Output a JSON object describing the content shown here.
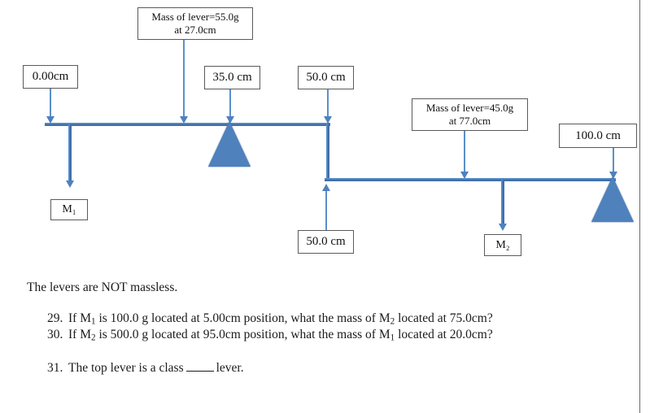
{
  "document": {
    "note": "The levers are NOT massless."
  },
  "diagram": {
    "top_lever": {
      "labels": {
        "left_position": "0.00cm",
        "lever_mass": "Mass of lever=55.0g",
        "lever_mass_position": "at 27.0cm",
        "fulcrum_position": "35.0 cm",
        "right_position": "50.0 cm"
      },
      "hanging_mass": "M₁"
    },
    "bottom_lever": {
      "labels": {
        "left_position": "50.0 cm",
        "lever_mass": "Mass of lever=45.0g",
        "lever_mass_position": "at 77.0cm",
        "fulcrum_position": "100.0 cm"
      },
      "hanging_mass": "M₂"
    },
    "colors": {
      "lever_blue": "#4f81bd",
      "lever_blue_light": "#5b8fc9",
      "lever_blue_dark": "#3f6fab",
      "box_border": "#5a5a5a",
      "text": "#1b1b1b",
      "page_border": "#6b6b6b"
    }
  },
  "questions": [
    {
      "number": "29.",
      "parts": [
        "If M",
        "1",
        " is 100.0 g located at 5.00cm position, what the mass of M",
        "2",
        " located at 75.0cm?"
      ]
    },
    {
      "number": "30.",
      "parts": [
        "If M",
        "2",
        " is 500.0 g located at 95.0cm position, what the mass of M",
        "1",
        " located at 20.0cm?"
      ]
    },
    {
      "number": "31.",
      "text_before_blank": "The top lever is a class",
      "text_after_blank": "lever."
    }
  ]
}
